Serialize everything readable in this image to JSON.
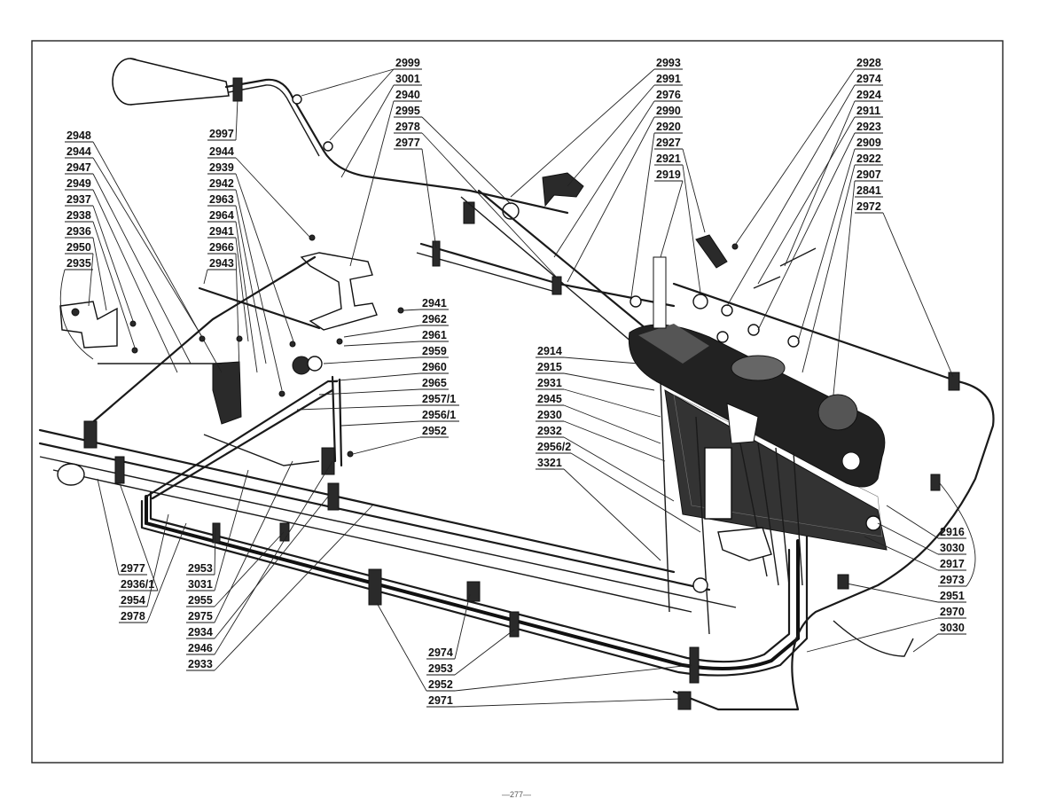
{
  "page_number": "—277—",
  "labels": {
    "top_center": [
      "2999",
      "3001",
      "2940",
      "2995",
      "2978",
      "2977"
    ],
    "top_mid_left": [
      "2997"
    ],
    "top_right_a": [
      "2993",
      "2991",
      "2976",
      "2990",
      "2920",
      "2927",
      "2921",
      "2919"
    ],
    "top_right_b": [
      "2928",
      "2974",
      "2924",
      "2911",
      "2923",
      "2909",
      "2922",
      "2907",
      "2841",
      "2972"
    ],
    "left_column": [
      "2948",
      "2944",
      "2947",
      "2949",
      "2937",
      "2938",
      "2936",
      "2950",
      "2935"
    ],
    "mid_left_column": [
      "2944",
      "2939",
      "2942",
      "2963",
      "2964",
      "2941",
      "2966",
      "2943"
    ],
    "center_column": [
      "2941",
      "2962",
      "2961",
      "2959",
      "2960",
      "2965",
      "2957/1",
      "2956/1",
      "2952"
    ],
    "quadrant_column": [
      "2914",
      "2915",
      "2931",
      "2945",
      "2930",
      "2932",
      "2956/2",
      "3321"
    ],
    "right_column": [
      "2916",
      "3030",
      "2917",
      "2973",
      "2951",
      "2970",
      "3030"
    ],
    "bottom_left": [
      "2977",
      "2936/1",
      "2954",
      "2978"
    ],
    "bottom_mid": [
      "2953",
      "3031",
      "2955",
      "2975",
      "2934",
      "2946",
      "2933"
    ],
    "bottom_center": [
      "2974",
      "2953",
      "2952",
      "2971"
    ]
  }
}
